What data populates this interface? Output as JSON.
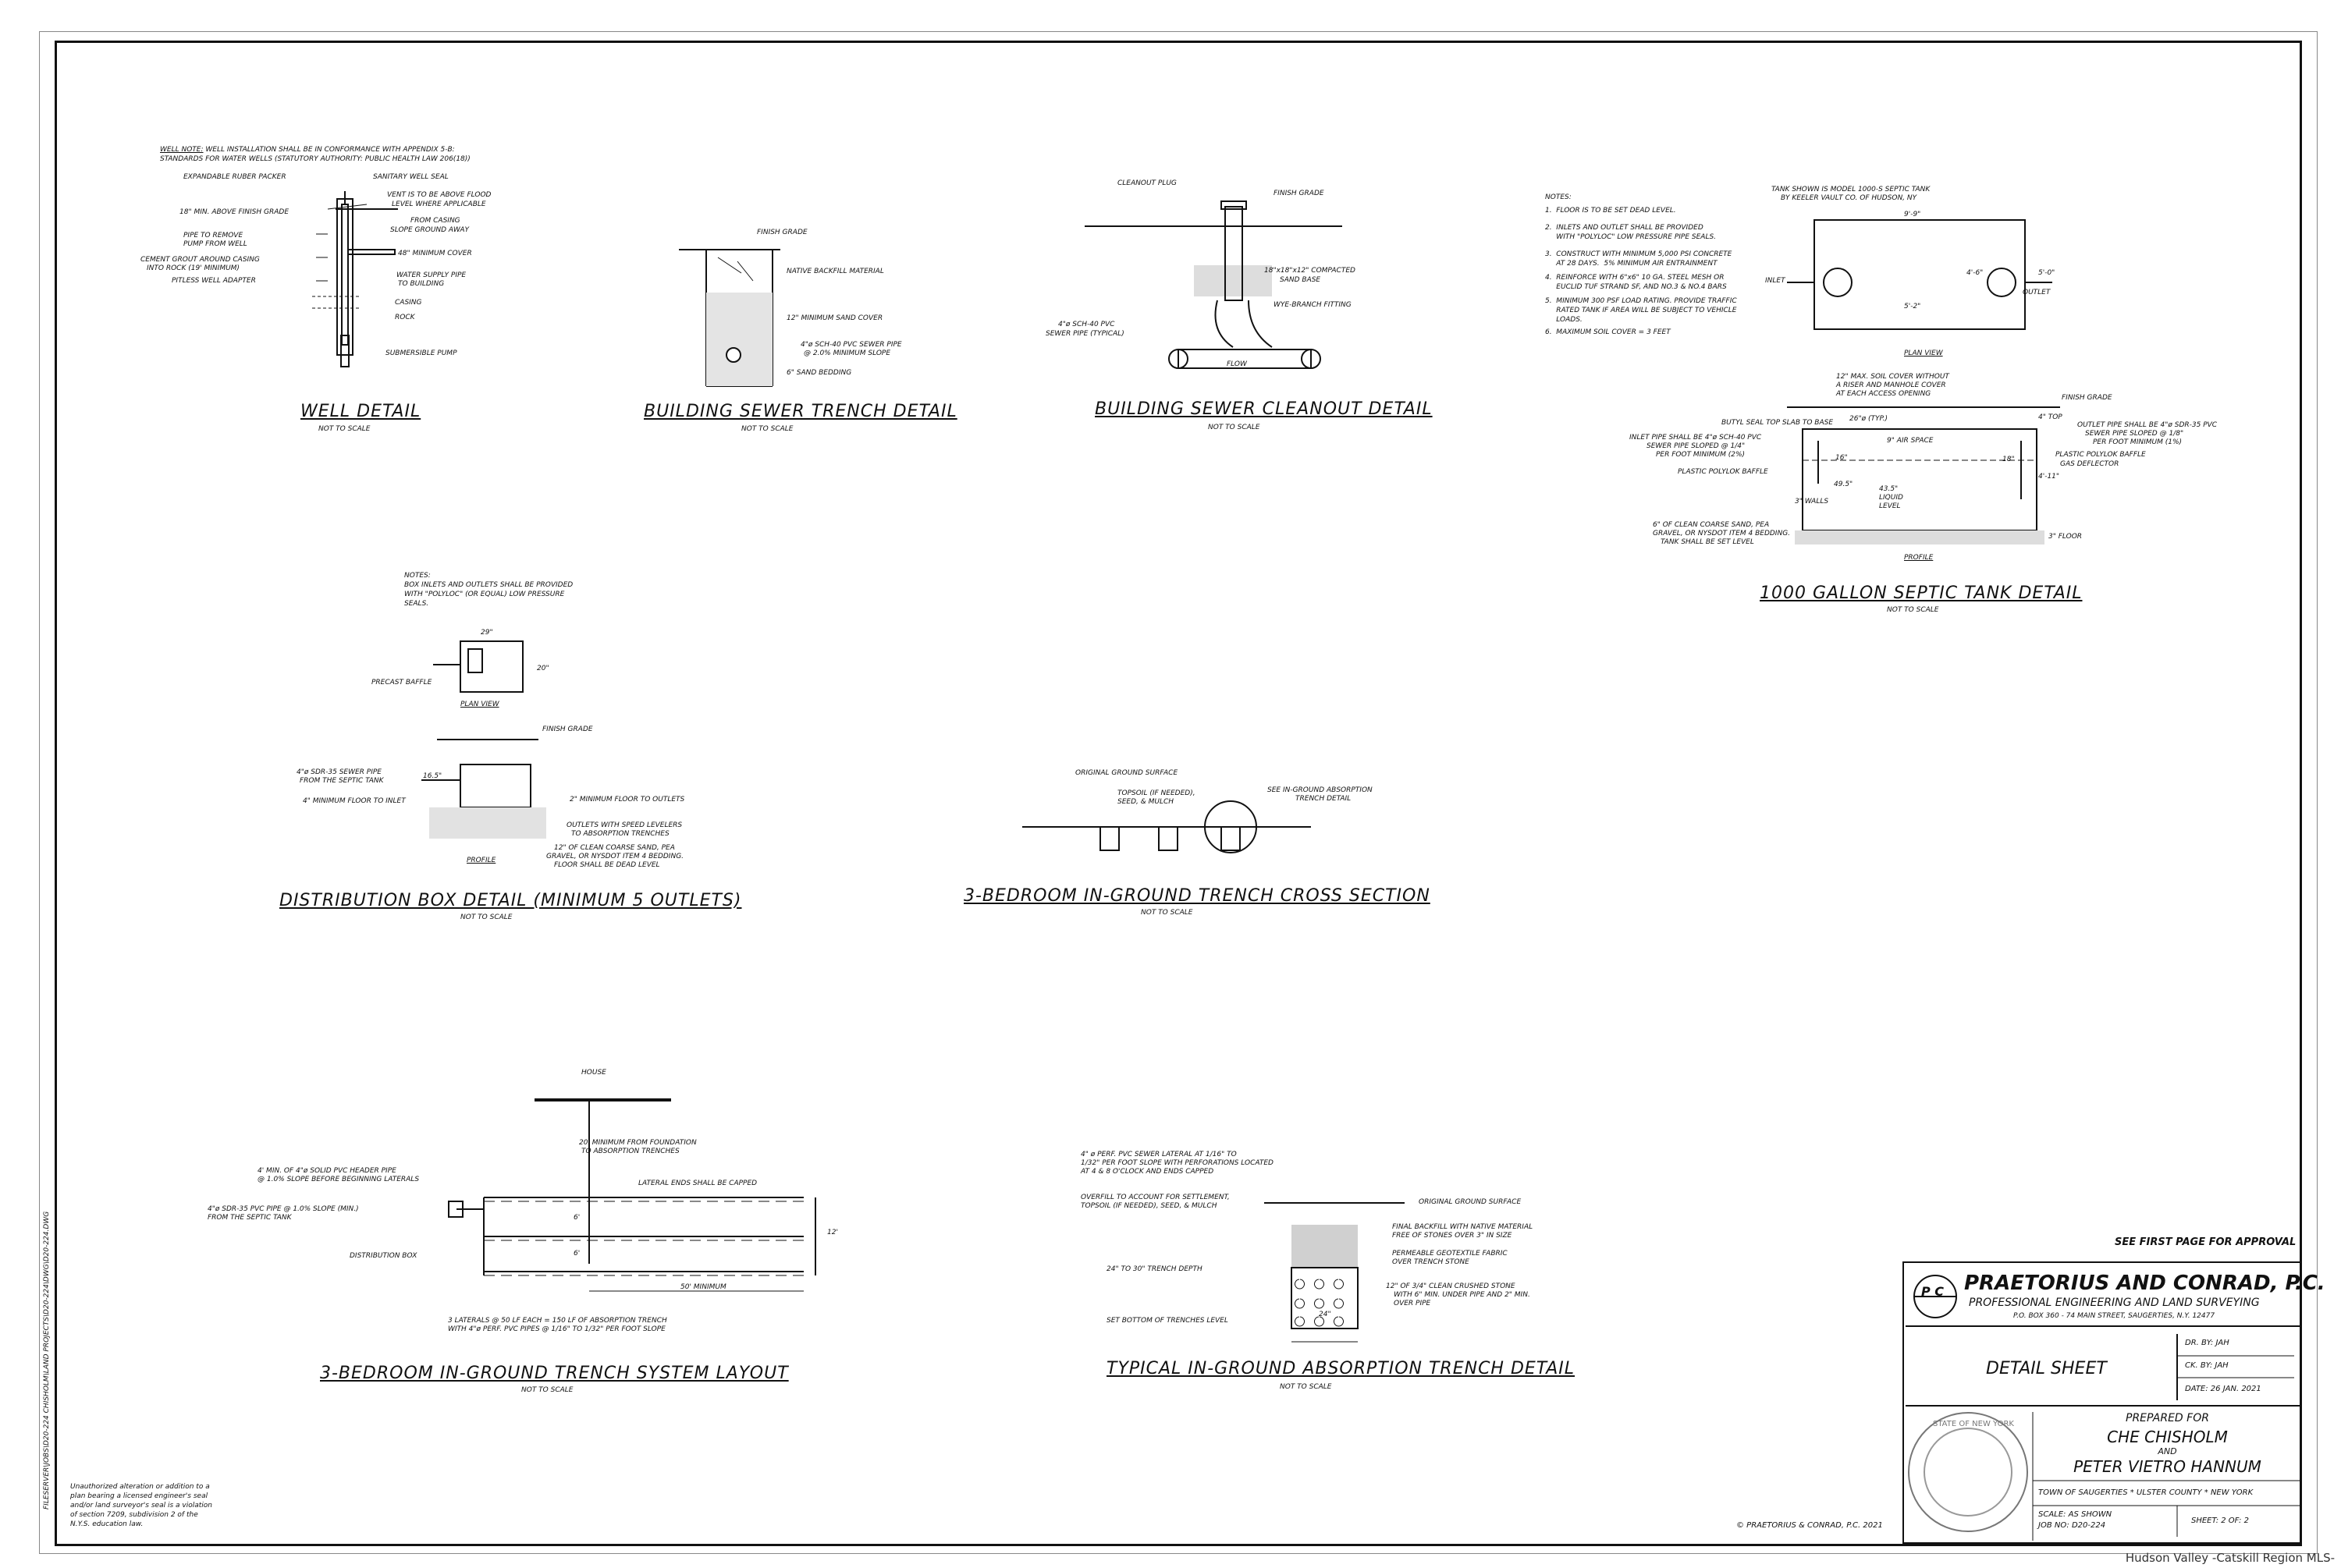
{
  "details": {
    "well": {
      "title": "WELL DETAIL",
      "scale": "NOT TO SCALE",
      "note_heading": "WELL NOTE:",
      "note_text": "WELL INSTALLATION SHALL BE IN CONFORMANCE WITH APPENDIX 5-B:",
      "note_text2": "STANDARDS FOR WATER WELLS (STATUTORY AUTHORITY: PUBLIC HEALTH LAW 206(18))",
      "labels": [
        "EXPANDABLE RUBER PACKER",
        "SANITARY WELL SEAL",
        "VENT IS TO BE ABOVE FLOOD",
        "LEVEL WHERE APPLICABLE",
        "18\" MIN. ABOVE FINISH GRADE",
        "FROM CASING",
        "SLOPE GROUND AWAY",
        "PIPE TO REMOVE",
        "PUMP FROM WELL",
        "48\" MINIMUM COVER",
        "CEMENT GROUT AROUND CASING",
        "INTO ROCK (19' MINIMUM)",
        "WATER SUPPLY PIPE",
        "TO BUILDING",
        "PITLESS WELL ADAPTER",
        "CASING",
        "ROCK",
        "SUBMERSIBLE PUMP"
      ]
    },
    "sewer_trench": {
      "title": "BUILDING SEWER TRENCH DETAIL",
      "scale": "NOT TO SCALE",
      "labels": [
        "FINISH GRADE",
        "NATIVE BACKFILL MATERIAL",
        "12\" MINIMUM SAND COVER",
        "4\"ø SCH-40 PVC SEWER PIPE",
        "@ 2.0% MINIMUM SLOPE",
        "6\" SAND BEDDING"
      ]
    },
    "cleanout": {
      "title": "BUILDING SEWER CLEANOUT DETAIL",
      "scale": "NOT TO SCALE",
      "labels": [
        "CLEANOUT PLUG",
        "FINISH GRADE",
        "18\"x18\"x12\" COMPACTED",
        "SAND BASE",
        "WYE-BRANCH FITTING",
        "4\"ø SCH-40 PVC",
        "SEWER PIPE (TYPICAL)",
        "FLOW"
      ]
    },
    "septic": {
      "title": "1000 GALLON SEPTIC TANK DETAIL",
      "scale": "NOT TO SCALE",
      "notes_heading": "NOTES:",
      "notes": [
        "1.  FLOOR IS TO BE SET DEAD LEVEL.",
        "2.  INLETS AND OUTLET SHALL BE PROVIDED",
        "     WITH \"POLYLOC\" LOW PRESSURE PIPE SEALS.",
        "3.  CONSTRUCT WITH MINIMUM 5,000 PSI CONCRETE",
        "     AT 28 DAYS.  5% MINIMUM AIR ENTRAINMENT",
        "4.  REINFORCE WITH 6\"x6\" 10 GA. STEEL MESH OR",
        "     EUCLID TUF STRAND SF, AND NO.3 & NO.4 BARS",
        "5.  MINIMUM 300 PSF LOAD RATING. PROVIDE TRAFFIC",
        "     RATED TANK IF AREA WILL BE SUBJECT TO VEHICLE",
        "     LOADS.",
        "6.  MAXIMUM SOIL COVER = 3 FEET"
      ],
      "plan_labels": [
        "TANK SHOWN IS MODEL 1000-S SEPTIC TANK",
        "BY KEELER VAULT CO. OF HUDSON, NY",
        "9'-9\"",
        "INLET",
        "OUTLET",
        "4'-6\"",
        "5'-0\"",
        "5'-2\"",
        "PLAN VIEW"
      ],
      "profile_labels": [
        "12\" MAX. SOIL COVER WITHOUT",
        "A RISER AND MANHOLE COVER",
        "AT EACH ACCESS OPENING",
        "FINISH GRADE",
        "BUTYL SEAL TOP SLAB TO BASE",
        "26\"ø (TYP.)",
        "4\" TOP",
        "INLET PIPE SHALL BE 4\"ø SCH-40 PVC",
        "SEWER PIPE SLOPED @ 1/4\"",
        "PER FOOT MINIMUM (2%)",
        "9\" AIR SPACE",
        "OUTLET PIPE SHALL BE 4\"ø SDR-35 PVC",
        "SEWER PIPE SLOPED @ 1/8\"",
        "PER FOOT MINIMUM (1%)",
        "PLASTIC POLYLOK BAFFLE",
        "GAS DEFLECTOR",
        "16\"",
        "18\"",
        "PLASTIC POLYLOK BAFFLE",
        "49.5\"",
        "43.5\"",
        "LIQUID",
        "LEVEL",
        "4'-11\"",
        "3\" WALLS",
        "6\" OF CLEAN COARSE SAND, PEA",
        "GRAVEL, OR NYSDOT ITEM 4 BEDDING.",
        "TANK SHALL BE SET LEVEL",
        "3\" FLOOR",
        "PROFILE"
      ]
    },
    "dbox": {
      "title": "DISTRIBUTION BOX DETAIL (MINIMUM 5 OUTLETS)",
      "scale": "NOT TO SCALE",
      "notes_heading": "NOTES:",
      "notes": [
        "BOX INLETS AND OUTLETS SHALL BE PROVIDED",
        "WITH \"POLYLOC\" (OR EQUAL) LOW PRESSURE",
        "SEALS."
      ],
      "labels": [
        "29\"",
        "20\"",
        "PRECAST BAFFLE",
        "PLAN VIEW",
        "FINISH GRADE",
        "4\"ø SDR-35 SEWER PIPE",
        "FROM THE SEPTIC TANK",
        "16.5\"",
        "4\" MINIMUM FLOOR TO INLET",
        "2\" MINIMUM FLOOR TO OUTLETS",
        "OUTLETS WITH SPEED LEVELERS",
        "TO ABSORPTION TRENCHES",
        "12\" OF CLEAN COARSE SAND, PEA",
        "GRAVEL, OR NYSDOT ITEM 4 BEDDING.",
        "FLOOR SHALL BE DEAD LEVEL",
        "PROFILE"
      ]
    },
    "cross": {
      "title": "3-BEDROOM IN-GROUND TRENCH CROSS SECTION",
      "scale": "NOT TO SCALE",
      "labels": [
        "ORIGINAL GROUND SURFACE",
        "TOPSOIL (IF NEEDED),",
        "SEED, & MULCH",
        "SEE IN-GROUND ABSORPTION",
        "TRENCH DETAIL"
      ]
    },
    "layout": {
      "title": "3-BEDROOM IN-GROUND TRENCH SYSTEM LAYOUT",
      "scale": "NOT TO SCALE",
      "labels": [
        "HOUSE",
        "20' MINIMUM FROM FOUNDATION",
        "TO ABSORPTION TRENCHES",
        "4' MIN. OF 4\"ø SOLID PVC HEADER PIPE",
        "@ 1.0% SLOPE BEFORE BEGINNING LATERALS",
        "LATERAL ENDS SHALL BE CAPPED",
        "4\"ø SDR-35 PVC PIPE @ 1.0% SLOPE (MIN.)",
        "FROM THE SEPTIC TANK",
        "6'",
        "12'",
        "DISTRIBUTION BOX",
        "6'",
        "50' MINIMUM",
        "3 LATERALS @ 50 LF EACH = 150 LF OF ABSORPTION TRENCH",
        "WITH 4\"ø PERF. PVC PIPES @ 1/16\" TO 1/32\" PER FOOT SLOPE"
      ]
    },
    "absorption": {
      "title": "TYPICAL IN-GROUND ABSORPTION TRENCH DETAIL",
      "scale": "NOT TO SCALE",
      "labels": [
        "4\" ø PERF. PVC SEWER LATERAL AT 1/16\" TO",
        "1/32\" PER FOOT SLOPE WITH PERFORATIONS LOCATED",
        "AT 4 & 8 O'CLOCK AND ENDS CAPPED",
        "OVERFILL TO ACCOUNT FOR SETTLEMENT,",
        "TOPSOIL (IF NEEDED), SEED, & MULCH",
        "ORIGINAL GROUND SURFACE",
        "FINAL BACKFILL WITH NATIVE MATERIAL",
        "FREE OF STONES OVER 3\" IN SIZE",
        "PERMEABLE GEOTEXTILE FABRIC",
        "OVER TRENCH STONE",
        "24\" TO 30\" TRENCH DEPTH",
        "12\" OF 3/4\" CLEAN CRUSHED STONE",
        "WITH 6\" MIN. UNDER PIPE AND 2\" MIN.",
        "OVER PIPE",
        "SET BOTTOM OF TRENCHES LEVEL",
        "24\""
      ]
    }
  },
  "approval_note": "SEE FIRST PAGE FOR APPROVAL",
  "title_block": {
    "firm_name": "PRAETORIUS AND CONRAD, P.C.",
    "firm_subtitle": "PROFESSIONAL ENGINEERING AND LAND SURVEYING",
    "firm_address": "P.O. BOX 360  -  74 MAIN STREET, SAUGERTIES, N.Y. 12477",
    "logo_letters": "P C",
    "drawing_title": "DETAIL SHEET",
    "dr_by": "DR. BY:     JAH",
    "ck_by": "CK. BY:     JAH",
    "date": "DATE:  26 JAN. 2021",
    "prepared_for": "PREPARED FOR",
    "client_line1": "CHE CHISHOLM",
    "client_and": "AND",
    "client_line2": "PETER VIETRO HANNUM",
    "location": "TOWN OF SAUGERTIES * ULSTER COUNTY * NEW YORK",
    "scale": "SCALE:      AS SHOWN",
    "job_no": "JOB NO:      D20-224",
    "sheet": "SHEET:  2   OF:  2",
    "seal_text": "STATE OF NEW YORK"
  },
  "copyright": "© PRAETORIUS & CONRAD, P.C. 2021",
  "disclaimer": [
    "Unauthorized alteration or addition to a",
    "plan bearing a licensed engineer's seal",
    "and/or land surveyor's seal is a violation",
    "of section 7209, subdivision 2 of the",
    "N.Y.S. education law."
  ],
  "file_path": "FILESERVER\\JOBS\\D20-224 CHISHOLM\\LAND PROJECTS\\D20-224\\DWG\\D20-224.DWG",
  "footer_credit": "Hudson Valley -Catskill Region MLS-"
}
